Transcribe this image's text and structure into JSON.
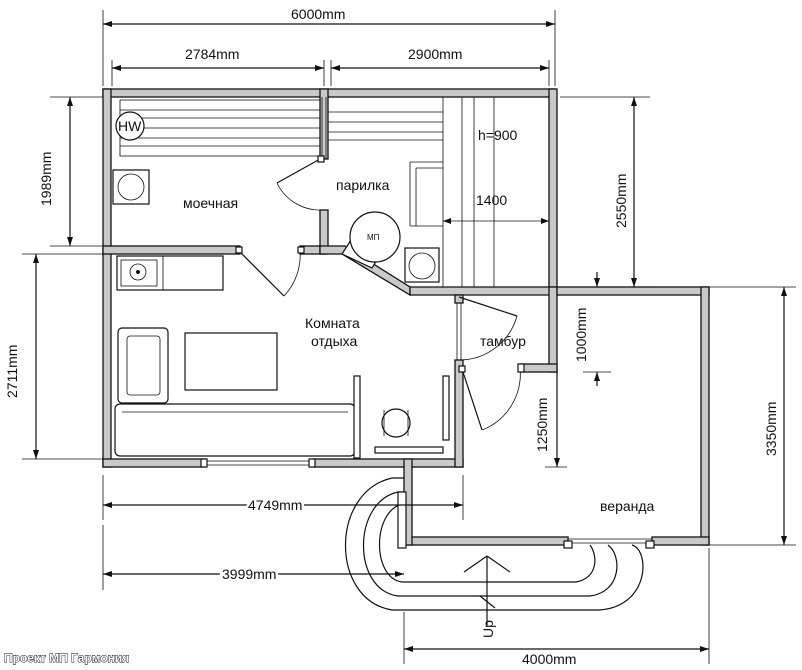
{
  "dimensions": {
    "overall_width": "6000mm",
    "wash_width": "2784mm",
    "steam_width": "2900mm",
    "wash_height": "1989mm",
    "steam_height": "2550mm",
    "rest_height": "2711mm",
    "vestibule_height": "1000mm",
    "bench_length": "1400",
    "bench_height": "h=900",
    "door_offset": "1250mm",
    "veranda_height": "3350mm",
    "rest_width": "4749mm",
    "bottom_width_left": "3999mm",
    "veranda_width": "4000mm"
  },
  "rooms": {
    "wash": "моечная",
    "steam": "парилка",
    "rest_line1": "Комната",
    "rest_line2": "отдыха",
    "vestibule": "тамбур",
    "veranda": "веранда"
  },
  "symbols": {
    "heater": "HW",
    "stove": "МП",
    "entry": "Up"
  },
  "footer": "Проект МП Гармония"
}
